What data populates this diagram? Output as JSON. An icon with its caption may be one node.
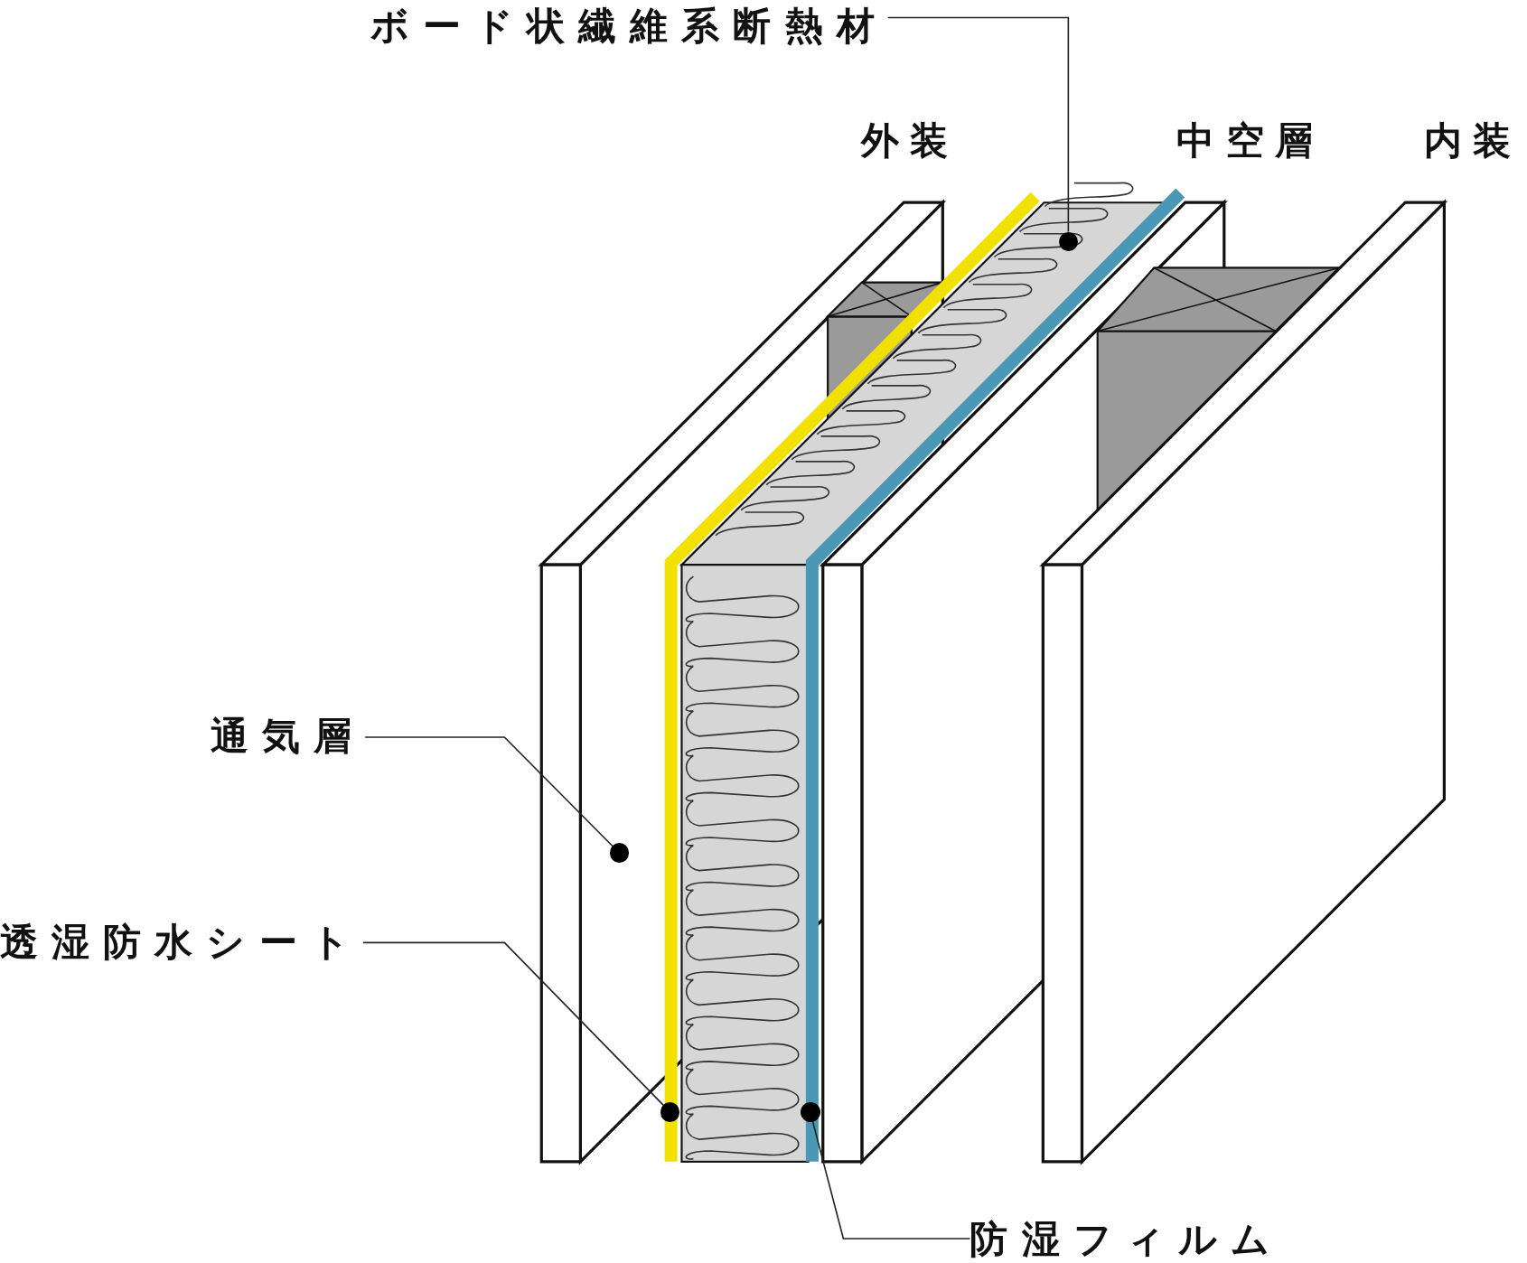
{
  "diagram": {
    "nodes": [
      {
        "text": [
          "ボード状繊維系断熱材"
        ]
      },
      {
        "text": [],
        "shape": "circle"
      },
      {
        "text": [
          "通気層"
        ]
      },
      {
        "text": [],
        "shape": "circle"
      },
      {
        "text": [
          "透湿防水シート"
        ]
      },
      {
        "text": [],
        "shape": "circle"
      },
      {
        "text": [],
        "shape": "circle"
      },
      {
        "text": [
          "防湿フィルム"
        ]
      }
    ],
    "edges": [
      {
        "from": 0,
        "to": 1,
        "arrow": "none"
      },
      {
        "from": 2,
        "to": 3,
        "arrow": "none"
      },
      {
        "from": 4,
        "to": 5,
        "arrow": "none"
      },
      {
        "from": 7,
        "to": 6,
        "arrow": "none"
      }
    ],
    "labels": [
      "外装",
      "中空層",
      "内装"
    ]
  }
}
